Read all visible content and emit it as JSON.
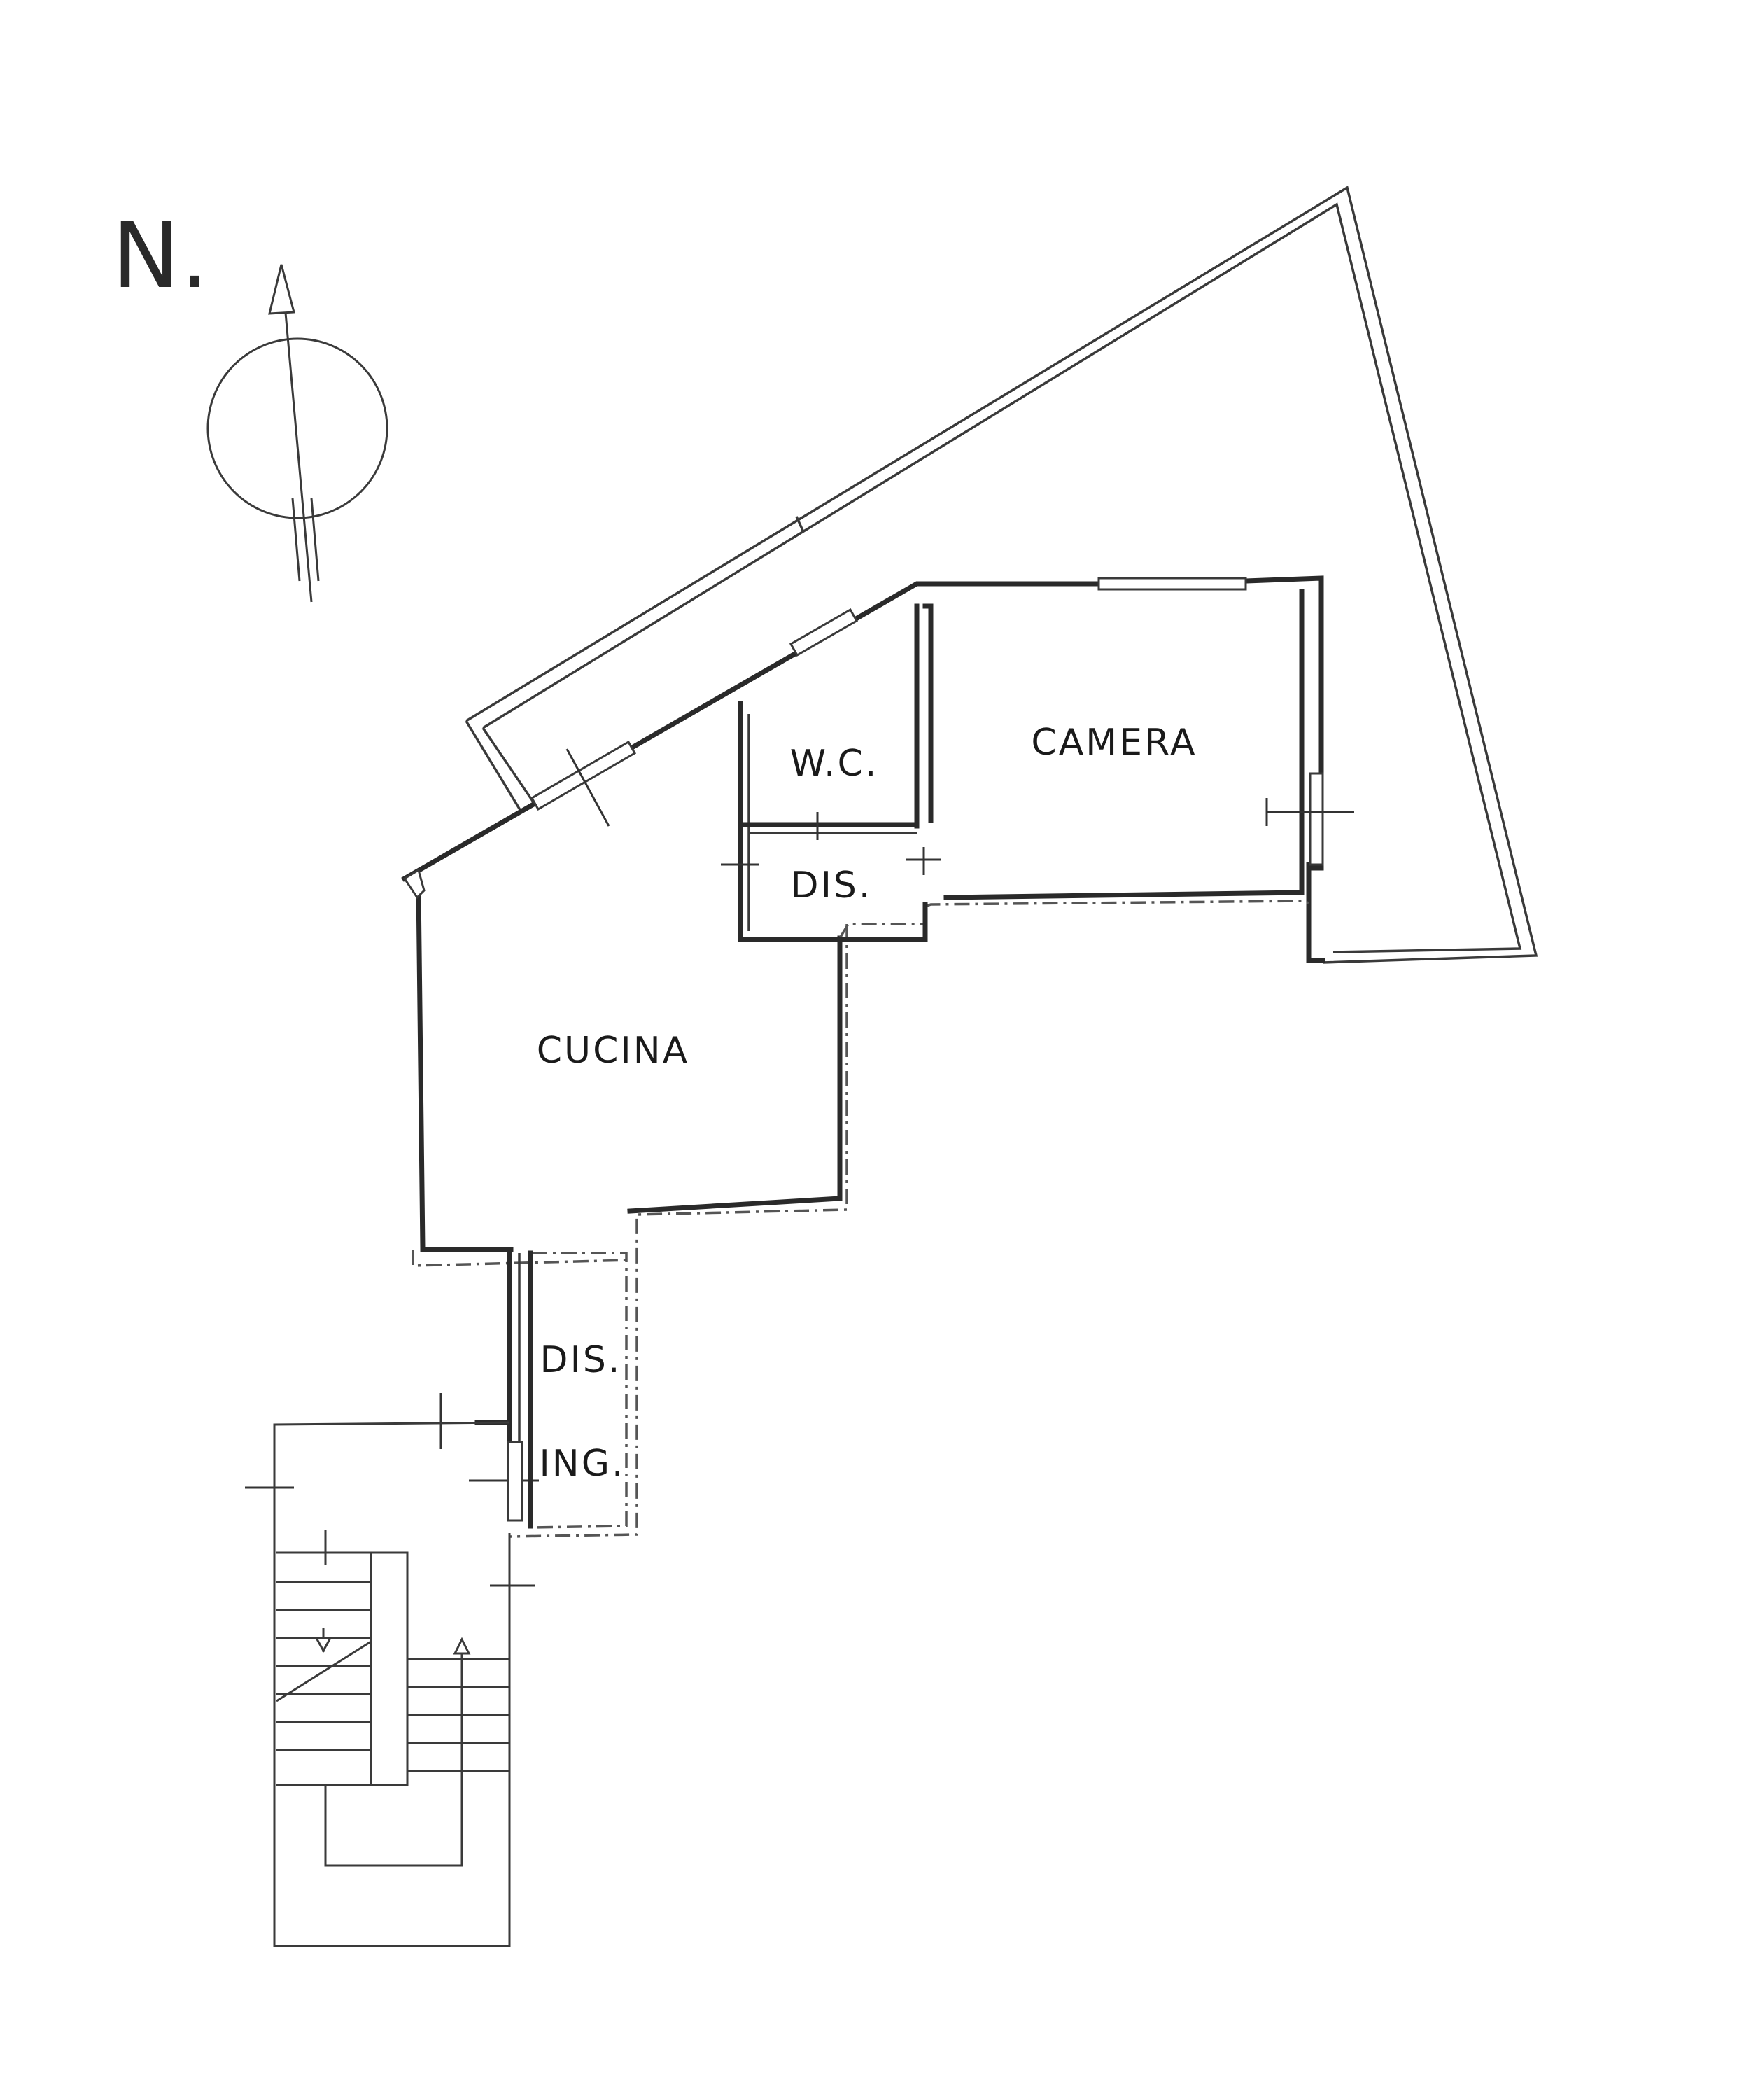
{
  "compass": {
    "label": "N."
  },
  "rooms": {
    "camera": "CAMERA",
    "wc": "W.C.",
    "dis_upper": "DIS.",
    "cucina": "CUCINA",
    "dis_lower": "DIS.",
    "ing": "ING."
  }
}
